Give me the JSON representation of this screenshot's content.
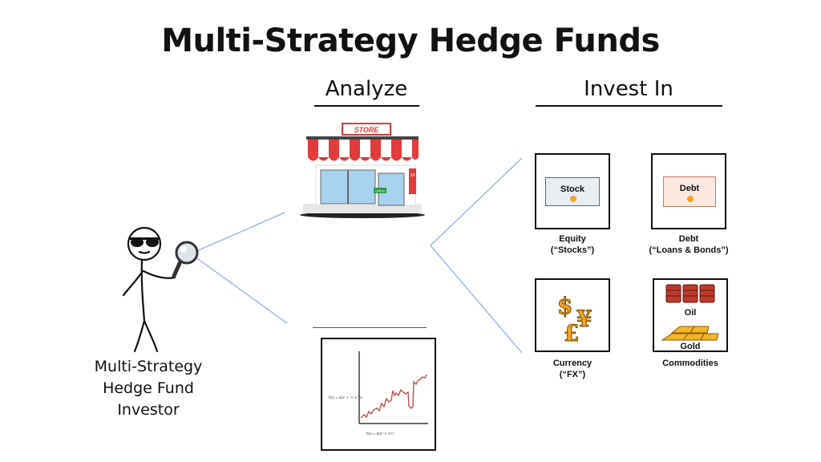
{
  "title": "Multi-Strategy Hedge Funds",
  "headers": {
    "analyze": "Analyze",
    "invest": "Invest In"
  },
  "investor": {
    "line1": "Multi-Strategy",
    "line2": "Hedge Fund",
    "line3": "Investor"
  },
  "store": {
    "sign": "STORE",
    "hours": "24",
    "door_sign": "OPEN"
  },
  "chart": {
    "formula_top": "f(x) = a(x² + ½ ± ½)",
    "formula_bottom": "f(x) = b(x² + ½²)"
  },
  "assets": {
    "equity": {
      "card": "Stock",
      "caption_line1": "Equity",
      "caption_line2": "(“Stocks”)"
    },
    "debt": {
      "card": "Debt",
      "caption_line1": "Debt",
      "caption_line2": "(“Loans & Bonds”)"
    },
    "currency": {
      "symbols": [
        "$",
        "¥",
        "£"
      ],
      "caption_line1": "Currency",
      "caption_line2": "(“FX”)"
    },
    "commodities": {
      "oil_label": "Oil",
      "gold_label": "Gold",
      "caption": "Commodities"
    }
  },
  "colors": {
    "connector": "#8fb2e6",
    "awning_red": "#e23b3b",
    "gold": "#f2a226",
    "chart_line": "#c0504d"
  }
}
